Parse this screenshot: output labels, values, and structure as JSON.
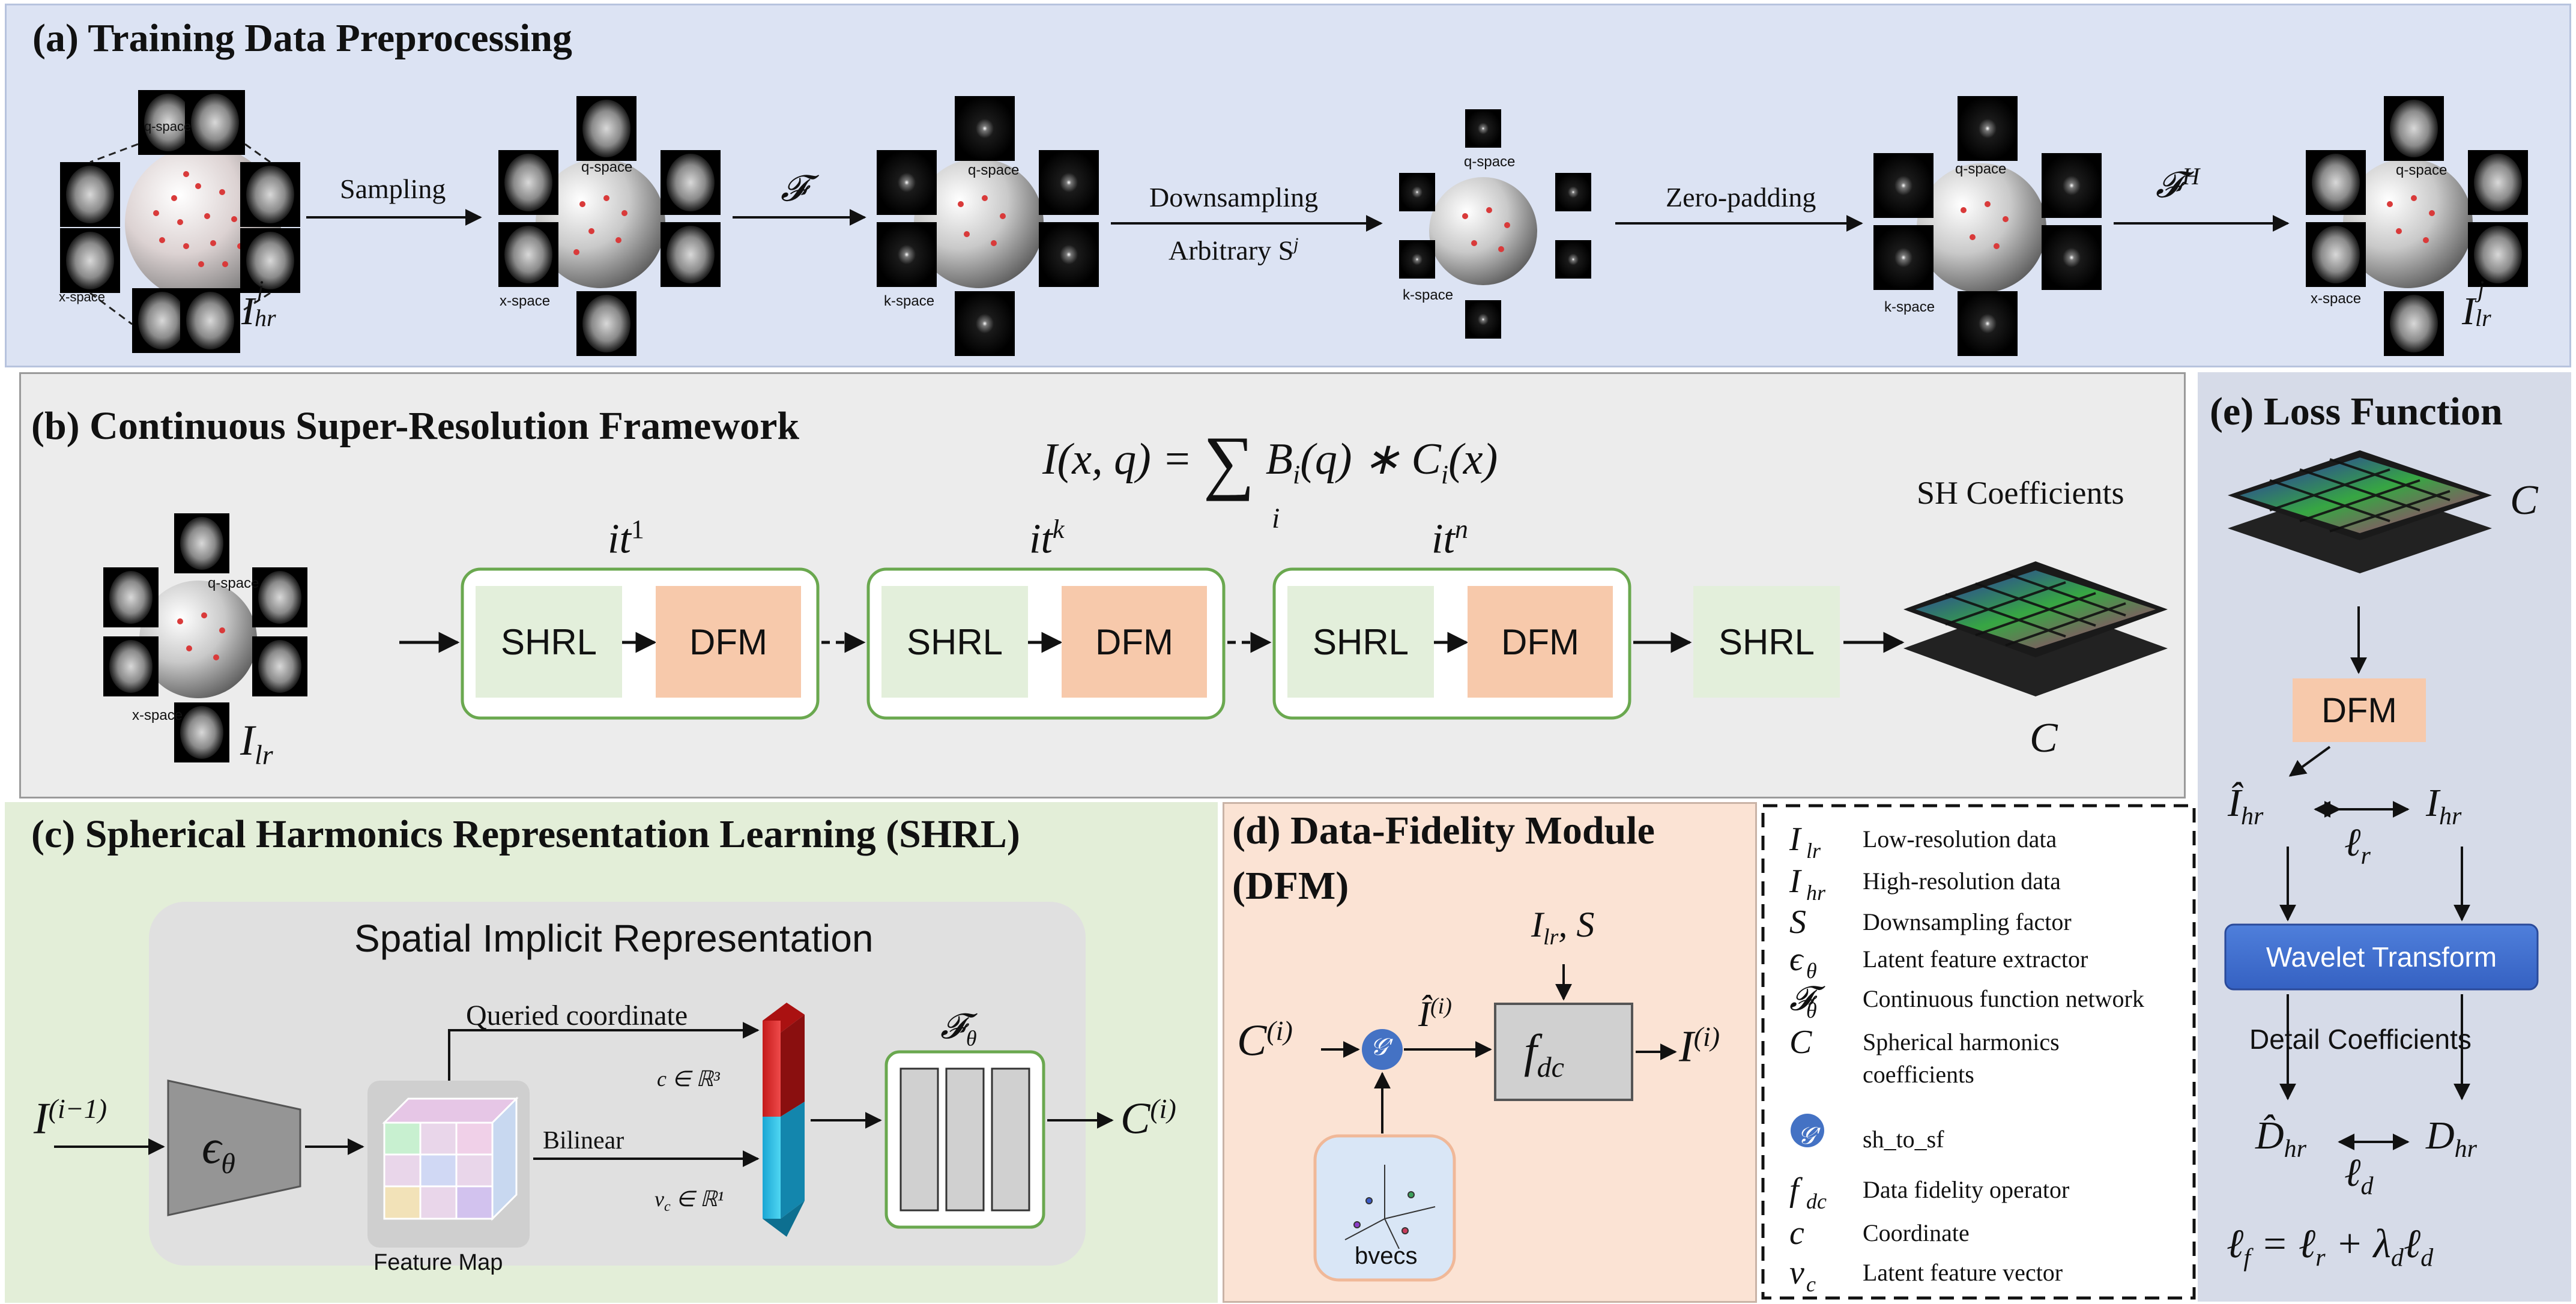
{
  "panel_a": {
    "title": "(a) Training Data Preprocessing",
    "sampling": "Sampling",
    "fourier": "𝓕",
    "downsampling": "Downsampling",
    "arbitrary": "Arbitrary S",
    "arbitrary_sup": "j",
    "zero_padding": "Zero-padding",
    "fourier_h": "𝓕",
    "fourier_h_sup": "H",
    "q_space": "q-space",
    "x_space": "x-space",
    "k_space": "k-space",
    "i_hr": "I",
    "i_hr_sub": "hr",
    "i_hr_sup": "j",
    "i_lr": "I",
    "i_lr_sub": "lr",
    "i_lr_sup": "j"
  },
  "panel_b": {
    "title": "(b) Continuous Super-Resolution Framework",
    "equation_lhs": "I(x, q) =",
    "equation_sum": "∑",
    "equation_idx": "i",
    "equation_rhs_b": "B",
    "equation_rhs_bi": "i",
    "equation_rhs_q": "(q) ∗ C",
    "equation_rhs_ci": "i",
    "equation_rhs_x": "(x)",
    "it1": "it",
    "it1_sup": "1",
    "itk": "it",
    "itk_sup": "k",
    "itn": "it",
    "itn_sup": "n",
    "shrl": "SHRL",
    "dfm": "DFM",
    "sh_coefficients": "SH Coefficients",
    "c_label": "C",
    "i_lr": "I",
    "i_lr_sub": "lr",
    "q_space": "q-space",
    "x_space": "x-space"
  },
  "panel_c": {
    "title": "(c) Spherical Harmonics Representation Learning (SHRL)",
    "sir_title": "Spatial Implicit Representation",
    "input": "I",
    "input_sup": "(i−1)",
    "encoder": "ϵ",
    "encoder_sub": "θ",
    "queried": "Queried coordinate",
    "bilinear": "Bilinear",
    "c_in": "c ∈ ℝ³",
    "vc_in": "v",
    "vc_sub": "c",
    "vc_rest": " ∈ ℝ¹",
    "feature_map": "Feature Map",
    "f_theta": "𝓕",
    "f_theta_sub": "θ",
    "output": "C",
    "output_sup": "(i)"
  },
  "panel_d": {
    "title_line1": "(d) Data-Fidelity Module",
    "title_line2": "(DFM)",
    "input": "C",
    "input_sup": "(i)",
    "g_prime": "𝒢′",
    "i_hat": "Î",
    "i_hat_sup": "(i)",
    "i_lr_s": "I",
    "i_lr_s_sub": "lr",
    "i_lr_s_rest": ", S",
    "f_dc": "f",
    "f_dc_sub": "dc",
    "output": "I",
    "output_sup": "(i)",
    "bvecs": "bvecs"
  },
  "legend": {
    "items": [
      {
        "sym": "I",
        "sub": "lr",
        "desc": "Low-resolution data"
      },
      {
        "sym": "I",
        "sub": "hr",
        "desc": "High-resolution data"
      },
      {
        "sym": "S",
        "sub": "",
        "desc": "Downsampling factor"
      },
      {
        "sym": "ϵ",
        "sub": "θ",
        "desc": "Latent feature extractor"
      },
      {
        "sym": "𝓕",
        "sub": "θ",
        "desc": "Continuous function network"
      },
      {
        "sym": "C",
        "sub": "",
        "desc": "Spherical harmonics"
      },
      {
        "sym": "",
        "sub": "",
        "desc": "coefficients"
      },
      {
        "sym": "𝒢′",
        "sub": "",
        "desc": "sh_to_sf"
      },
      {
        "sym": "f",
        "sub": "dc",
        "desc": "Data fidelity operator"
      },
      {
        "sym": "c",
        "sub": "",
        "desc": "Coordinate"
      },
      {
        "sym": "v",
        "sub": "c",
        "desc": "Latent feature vector"
      }
    ]
  },
  "panel_e": {
    "title": "(e) Loss Function",
    "c_label": "C",
    "dfm": "DFM",
    "i_hat_hr": "Î",
    "i_hat_hr_sub": "hr",
    "i_hr": "I",
    "i_hr_sub": "hr",
    "l_r": "ℓ",
    "l_r_sub": "r",
    "wavelet": "Wavelet Transform",
    "detail": "Detail Coefficients",
    "d_hat_hr": "D̂",
    "d_hat_hr_sub": "hr",
    "d_hr": "D",
    "d_hr_sub": "hr",
    "l_d": "ℓ",
    "l_d_sub": "d",
    "loss_eq_a": "ℓ",
    "loss_eq_a_sub": "f",
    "loss_eq_b": " = ℓ",
    "loss_eq_b_sub": "r",
    "loss_eq_c": " + λ",
    "loss_eq_c_sub": "d",
    "loss_eq_d": "ℓ",
    "loss_eq_d_sub": "d"
  },
  "colors": {
    "panel_a_bg": "#dce3f3",
    "panel_b_bg": "#ececec",
    "panel_c_bg": "#e3eed8",
    "panel_d_bg": "#fbe3d4",
    "panel_e_bg": "#d6dbe8",
    "shrl_fill": "#e3efdb",
    "dfm_fill": "#f7c9ab",
    "green_border": "#6aa84f",
    "wavelet_fill": "#3f6fcf",
    "g_prime_fill": "#4472c4"
  }
}
